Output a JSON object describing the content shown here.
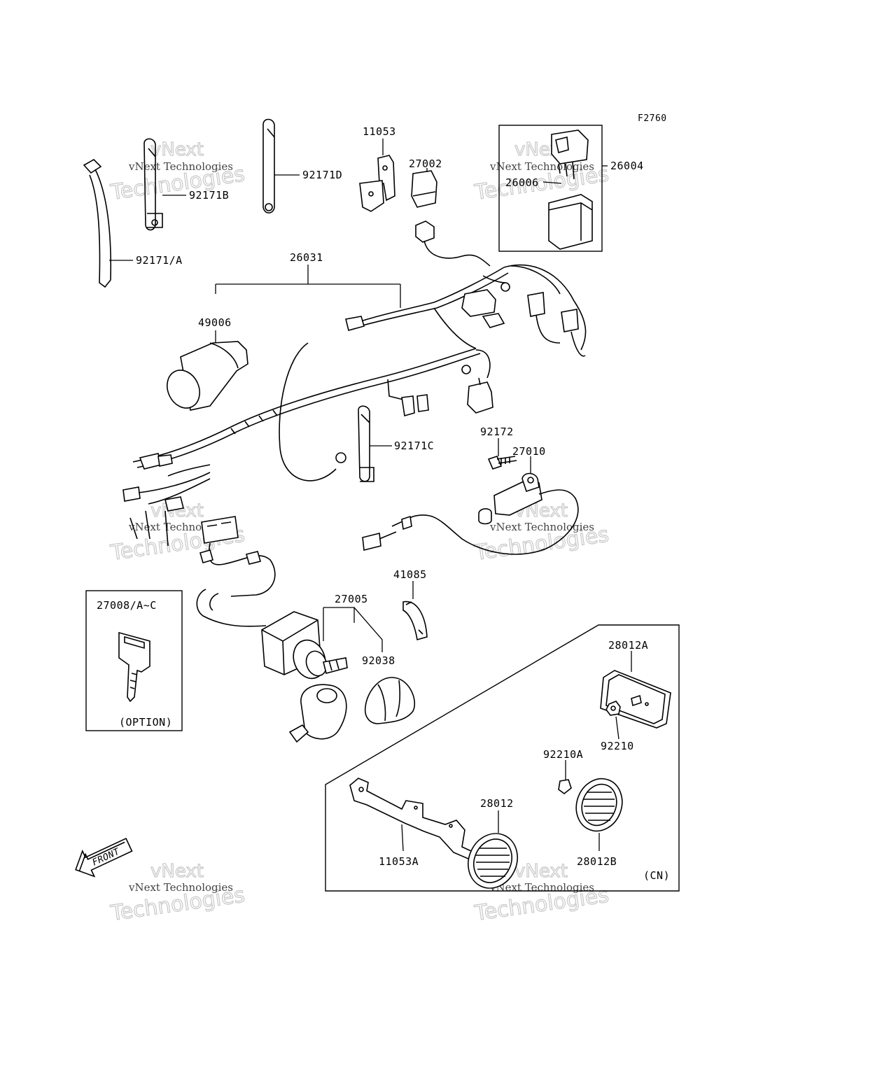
{
  "diagram_code": "F2760",
  "watermark": {
    "line1": "vNext Technologies",
    "big": "Technologies",
    "small": "vNext"
  },
  "labels": {
    "p92171A": "92171/A",
    "p92171B": "92171B",
    "p92171D": "92171D",
    "p11053": "11053",
    "p27002": "27002",
    "p26004": "26004",
    "p26006": "26006",
    "p26031": "26031",
    "p49006": "49006",
    "p92171C": "92171C",
    "p92172": "92172",
    "p27010": "27010",
    "p41085": "41085",
    "p27005": "27005",
    "p92038": "92038",
    "p27008": "27008/A~C",
    "option": "(OPTION)",
    "p28012A": "28012A",
    "p92210": "92210",
    "p92210A": "92210A",
    "p28012": "28012",
    "p11053A": "11053A",
    "p28012B": "28012B",
    "cn": "(CN)",
    "front": "FRONT"
  }
}
